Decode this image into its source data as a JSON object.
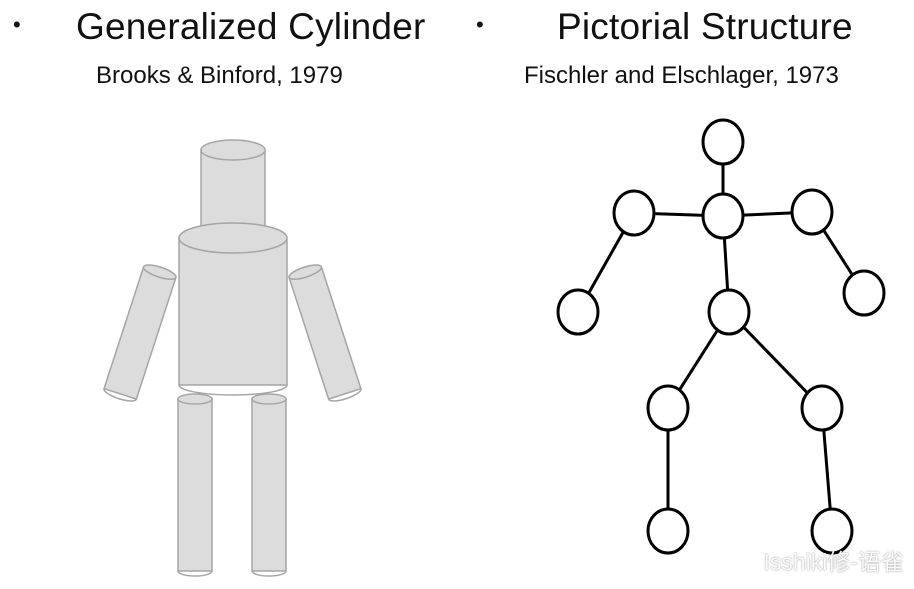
{
  "left": {
    "bullet": "•",
    "title": "Generalized Cylinder",
    "subtitle": "Brooks & Binford, 1979"
  },
  "right": {
    "bullet": "•",
    "title": "Pictorial Structure",
    "subtitle": "Fischler and Elschlager, 1973"
  },
  "watermark": "Isshiki修-语雀",
  "colors": {
    "cylinder_fill": "#dcdcdc",
    "cylinder_stroke": "#a5a5a5",
    "node_fill": "#ffffff",
    "node_stroke": "#000000"
  }
}
